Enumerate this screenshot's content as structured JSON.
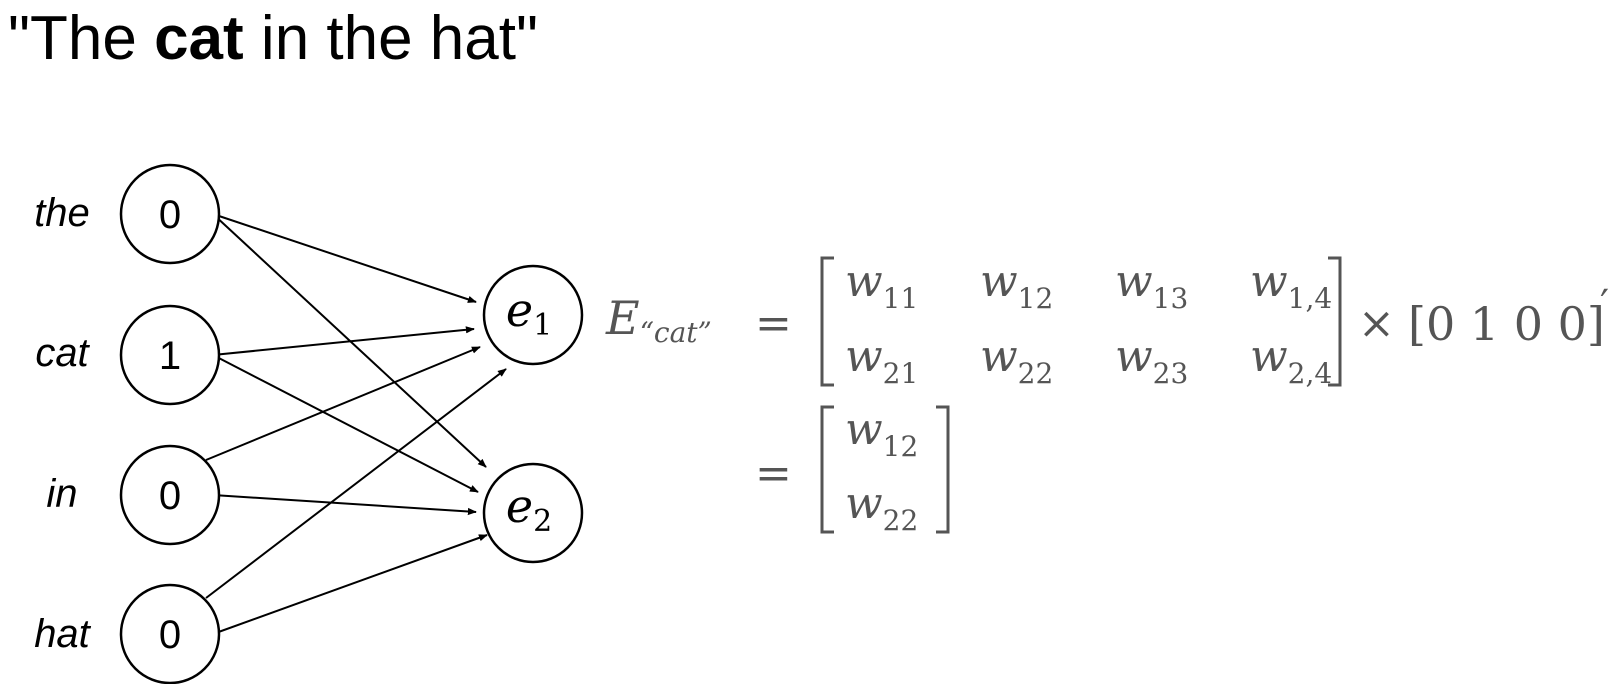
{
  "title": {
    "prefix": "\"The ",
    "bold": "cat",
    "suffix": " in the hat\""
  },
  "network": {
    "inputs": [
      {
        "word": "the",
        "value": "0"
      },
      {
        "word": "cat",
        "value": "1"
      },
      {
        "word": "in",
        "value": "0"
      },
      {
        "word": "hat",
        "value": "0"
      }
    ],
    "outputs": [
      {
        "base": "e",
        "sub": "1"
      },
      {
        "base": "e",
        "sub": "2"
      }
    ]
  },
  "equation": {
    "lhs_base": "E",
    "lhs_sub": "“cat”",
    "equals": "=",
    "times": "×",
    "matrix_W": [
      [
        {
          "b": "w",
          "s": "11"
        },
        {
          "b": "w",
          "s": "12"
        },
        {
          "b": "w",
          "s": "13"
        },
        {
          "b": "w",
          "s": "1,4"
        }
      ],
      [
        {
          "b": "w",
          "s": "21"
        },
        {
          "b": "w",
          "s": "22"
        },
        {
          "b": "w",
          "s": "23"
        },
        {
          "b": "w",
          "s": "2,4"
        }
      ]
    ],
    "onehot": "[0 1 0 0]",
    "transpose": "′",
    "result": [
      {
        "b": "w",
        "s": "12"
      },
      {
        "b": "w",
        "s": "22"
      }
    ]
  }
}
